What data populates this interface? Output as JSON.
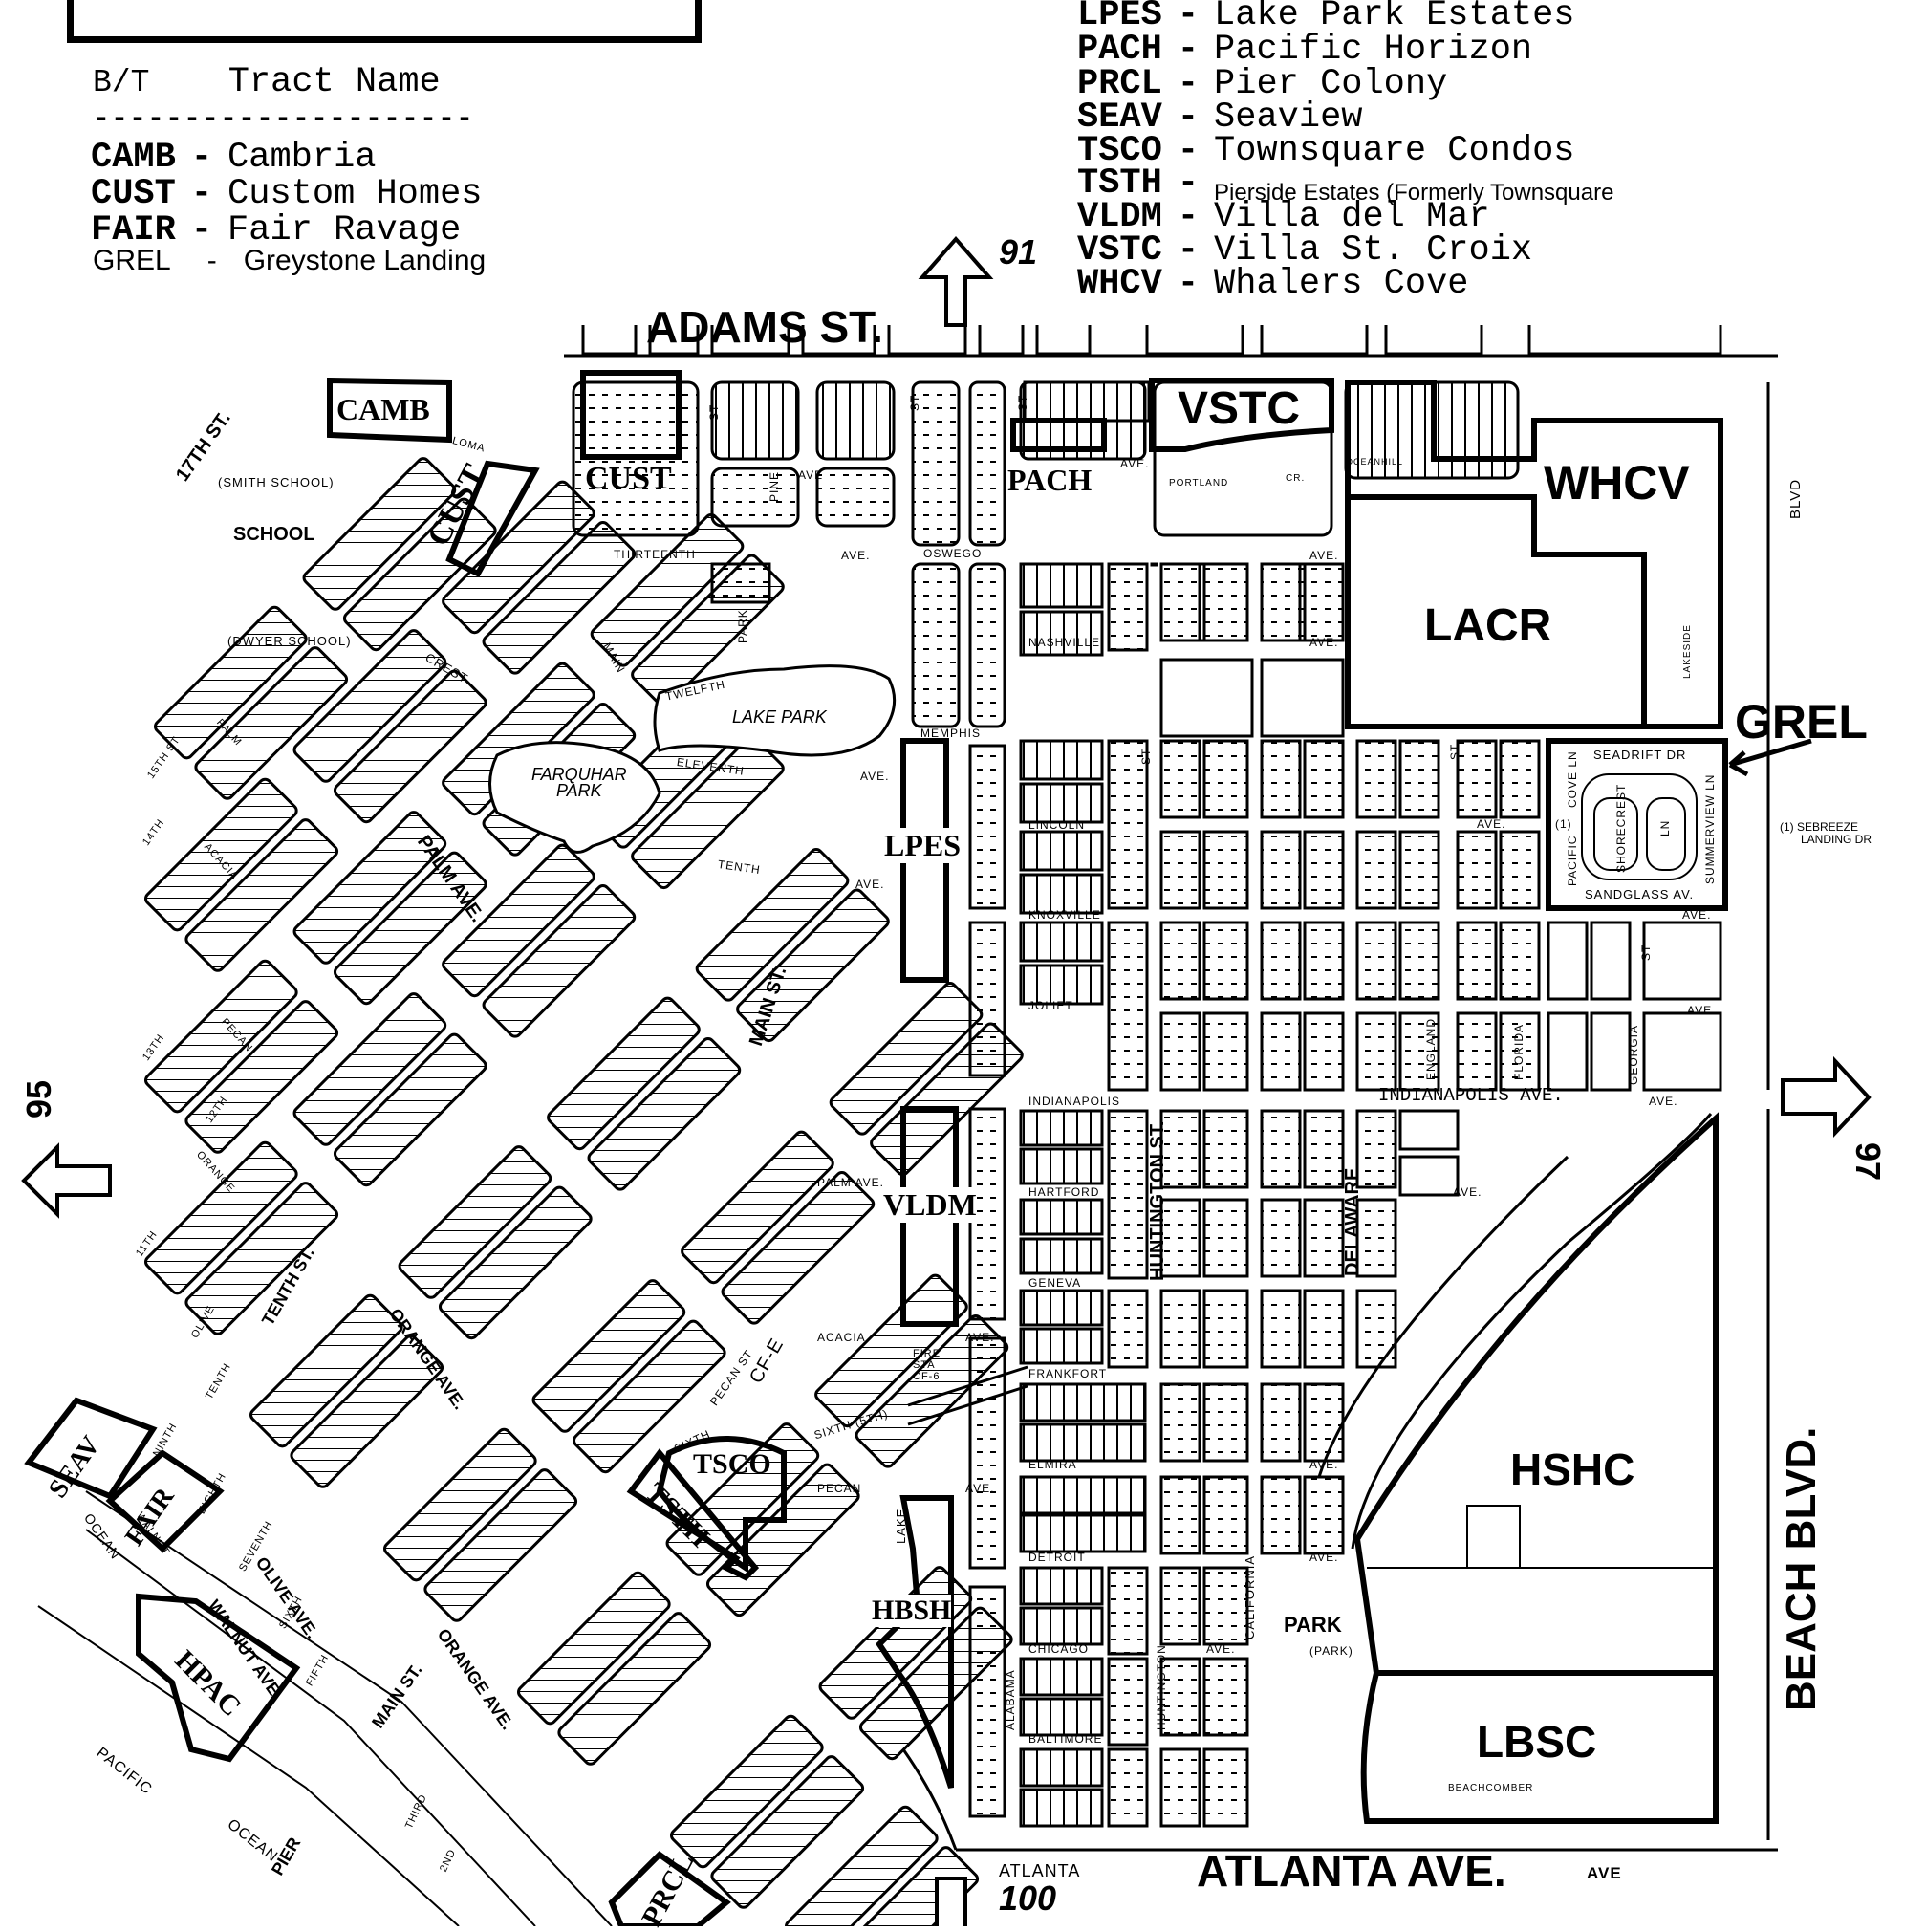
{
  "legend": {
    "header_code": "B/T",
    "header_name": "Tract Name",
    "divider": "---------------------",
    "left_items": [
      {
        "code": "CAMB",
        "name": "Cambria"
      },
      {
        "code": "CUST",
        "name": "Custom Homes"
      },
      {
        "code": "FAIR",
        "name": "Fair Ravage"
      },
      {
        "code": "GREL",
        "name": "Greystone Landing"
      }
    ],
    "right_items": [
      {
        "code": "LPES",
        "name": "Lake Park Estates"
      },
      {
        "code": "PACH",
        "name": "Pacific Horizon"
      },
      {
        "code": "PRCL",
        "name": "Pier Colony"
      },
      {
        "code": "SEAV",
        "name": "Seaview"
      },
      {
        "code": "TSCO",
        "name": "Townsquare Condos"
      },
      {
        "code": "TSTH",
        "name": "Pierside Estates (Formerly Townsquare"
      },
      {
        "code": "VLDM",
        "name": "Villa del Mar"
      },
      {
        "code": "VSTC",
        "name": "Villa St. Croix"
      },
      {
        "code": "WHCV",
        "name": "Whalers Cove"
      }
    ],
    "dash": "-"
  },
  "boundary_streets": {
    "north": "ADAMS ST.",
    "south": "ATLANTA AVE.",
    "south_small": "AVE",
    "east": "BEACH BLVD.",
    "east_small": "BLVD",
    "south_west_small": "ATLANTA"
  },
  "map_numbers": {
    "north": "91",
    "west": "95",
    "east": "97",
    "south": "100"
  },
  "tract_labels": {
    "camb": "CAMB",
    "cust_a": "CUST",
    "cust_b": "CUST",
    "pach": "PACH",
    "vstc": "VSTC",
    "whcv": "WHCV",
    "lacr": "LACR",
    "grel": "GREL",
    "lpes": "LPES",
    "vldm": "VLDM",
    "hshc": "HSHC",
    "lbsc": "LBSC",
    "hbsh": "HBSH",
    "tsco": "TSCO",
    "tsth": "TSTH",
    "seav": "SEAV",
    "fair": "FAIR",
    "hpac": "HPAC",
    "prcl": "PRCL"
  },
  "grel_detail": {
    "seadrift": "SEADRIFT DR",
    "sandglass": "SANDGLASS AV.",
    "cove": "COVE LN",
    "pacific": "PACIFIC",
    "shorecrest": "SHORECREST",
    "ln": "LN",
    "summerview": "SUMMERVIEW LN",
    "marker": "(1)",
    "note_line1": "(1) SEBREEZE",
    "note_line2": "LANDING DR"
  },
  "places": {
    "school": "SCHOOL",
    "smith_school": "(SMITH SCHOOL)",
    "dwyer_school": "(DWYER SCHOOL)",
    "farquhar_park_1": "FARQUHAR",
    "farquhar_park_2": "PARK",
    "lake_park": "LAKE PARK",
    "park": "PARK",
    "park_small": "(PARK)",
    "fire_station": "FIRE STA CF-6",
    "cf_e": "CF-E",
    "pacific": "PACIFIC",
    "ocean": "OCEAN",
    "ocean_small": "OCEAN"
  },
  "streets": {
    "seventeenth": "17TH ST.",
    "loma": "LOMA",
    "crest": "CREST",
    "palm_ave": "PALM AVE.",
    "palm": "PALM",
    "fifteenth": "15TH ST",
    "fourteenth": "14TH",
    "thirteenth_w": "13TH",
    "twelfth_w": "12TH",
    "eleventh_w": "11TH",
    "acacia_w": "ACACIA",
    "pecan_w": "PECAN",
    "orange_w": "ORANGE",
    "tenth_st": "TENTH ST.",
    "orange_ave": "ORANGE AVE.",
    "olive_w": "OLIVE",
    "tenth_w": "TENTH",
    "ninth": "NINTH",
    "eighth": "EIGHTH",
    "seventh": "SEVENTH",
    "sixth_w": "SIXTH",
    "fifth": "FIFTH",
    "walnut": "WALNUT",
    "walnut_ave": "WALNUT AVE.",
    "olive_ave": "OLIVE AVE.",
    "main_st_s": "MAIN ST.",
    "orange_ave_s": "ORANGE AVE.",
    "third": "THIRD",
    "second": "2ND",
    "pier": "PIER",
    "ave_small": "AVE",
    "thirteenth": "THIRTEENTH",
    "twelfth": "TWELFTH",
    "eleventh": "ELEVENTH",
    "tenth": "TENTH",
    "main": "MAIN",
    "park_ave": "PARK",
    "main_st": "MAIN ST.",
    "pine": "PINE",
    "oswego": "OSWEGO",
    "memphis": "MEMPHIS",
    "lincoln": "LINCOLN",
    "knoxville": "KNOXVILLE",
    "joliet": "JOLIET",
    "indianapolis": "INDIANAPOLIS",
    "indianapolis_ave": "INDIANAPOLIS AVE.",
    "hartford": "HARTFORD",
    "geneva": "GENEVA",
    "frankfort": "FRANKFORT",
    "elmira": "ELMIRA",
    "detroit": "DETROIT",
    "chicago": "CHICAGO",
    "baltimore": "BALTIMORE",
    "nashville": "NASHVILLE",
    "portland": "PORTLAND",
    "cr": "CR.",
    "oceanhill": "OCEANHILL",
    "acacia": "ACACIA",
    "pecan": "PECAN",
    "palm_ave_c": "PALM AVE.",
    "sixth_5th": "SIXTH (5TH)",
    "sixth": "SIXTH",
    "pecan_st": "PECAN ST",
    "lake": "LAKE",
    "huntington_st": "HUNTINGTON ST.",
    "huntington": "HUNTINGTON",
    "delaware": "DELAWARE",
    "california": "CALIFORNIA",
    "alabama": "ALABAMA",
    "england": "ENGLAND",
    "florida": "FLORIDA",
    "georgia": "GEORGIA",
    "lakeside": "LAKESIDE",
    "beachcomber": "BEACHCOMBER",
    "st": "ST",
    "ave": "AVE.",
    "st_dot": "ST."
  }
}
